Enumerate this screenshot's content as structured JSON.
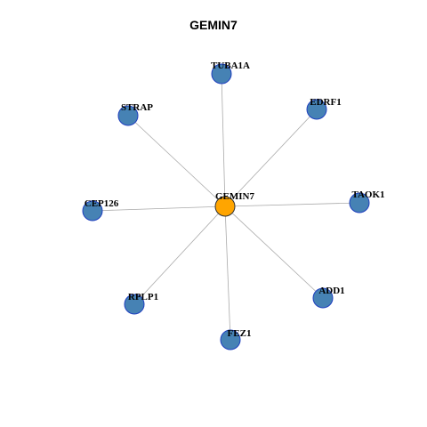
{
  "title": "GEMIN7",
  "colors": {
    "hub_fill": "#FFA500",
    "hub_stroke": "#333333",
    "node_fill": "#4682B4",
    "node_stroke": "#1F3FBF",
    "edge": "#AAAAAA"
  },
  "network": {
    "hub": {
      "label": "GEMIN7"
    },
    "nodes": [
      {
        "id": "tuba1a",
        "label": "TUBA1A"
      },
      {
        "id": "edrf1",
        "label": "EDRF1"
      },
      {
        "id": "taok1",
        "label": "TAOK1"
      },
      {
        "id": "add1",
        "label": "ADD1"
      },
      {
        "id": "fez1",
        "label": "FEZ1"
      },
      {
        "id": "rplp1",
        "label": "RPLP1"
      },
      {
        "id": "cep126",
        "label": "CEP126"
      },
      {
        "id": "strap",
        "label": "STRAP"
      }
    ]
  }
}
